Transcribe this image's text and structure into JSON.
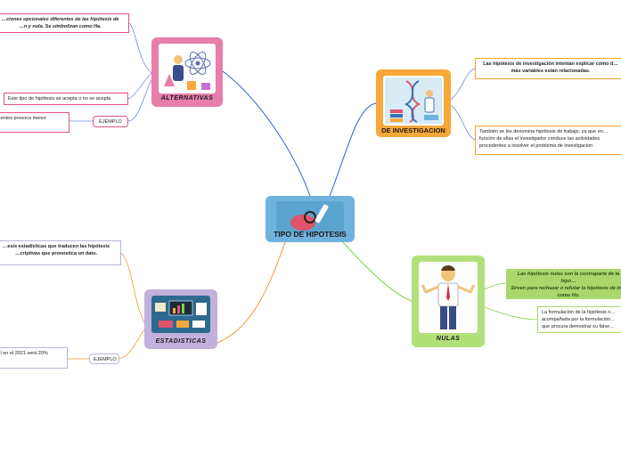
{
  "center": {
    "title": "TIPO DE HIPOTESIS",
    "icon": "brain-magnifier-icon"
  },
  "branches": {
    "alternativas": {
      "title": "ALTERNATIVAS",
      "icon": "science-lab-icon",
      "color": "#e77faa",
      "notes": [
        "…ciones opcionales diferentes de las hipótesis de\n…n y nula. Se simbolizan como Ha.",
        "Este tipo de hipótesis se acepta o no se acepta",
        "…entes provoca menor"
      ],
      "example_label": "EJEMPLO"
    },
    "investigacion": {
      "title": "DE INVESTIGACION",
      "icon": "dna-research-icon",
      "color": "#f7a838",
      "notes": [
        "Las hipótesis de investigación intentan explicar cómo d…\nmás variables están relacionadas.",
        "También se les denomina hipótesis de trabajo, ya que en…\nfunción de ellas el investigador conduce las actividades\nprocedentes a resolver el problema de investigación"
      ]
    },
    "estadisticas": {
      "title": "ESTADISTICAS",
      "icon": "statistics-desk-icon",
      "color": "#c2b1dd",
      "notes": [
        "…esis estadísticas que traducen las hipótesis\n…criptivas que pronostica un dato.",
        "…l en el 2021 será 20%"
      ],
      "example_label": "EJEMPLO"
    },
    "nulas": {
      "title": "NULAS",
      "icon": "shrugging-man-icon",
      "color": "#b1e07a",
      "notes": [
        "Las hipótesis nulas son la contraparte de la hipó…\nSirven para rechazar o refutar la hipótesis de in…\ncomo Ho.",
        "La formulación de la hipótesis n…\nacompañada por la formulación…\nque procura demostrar su false…"
      ]
    }
  }
}
